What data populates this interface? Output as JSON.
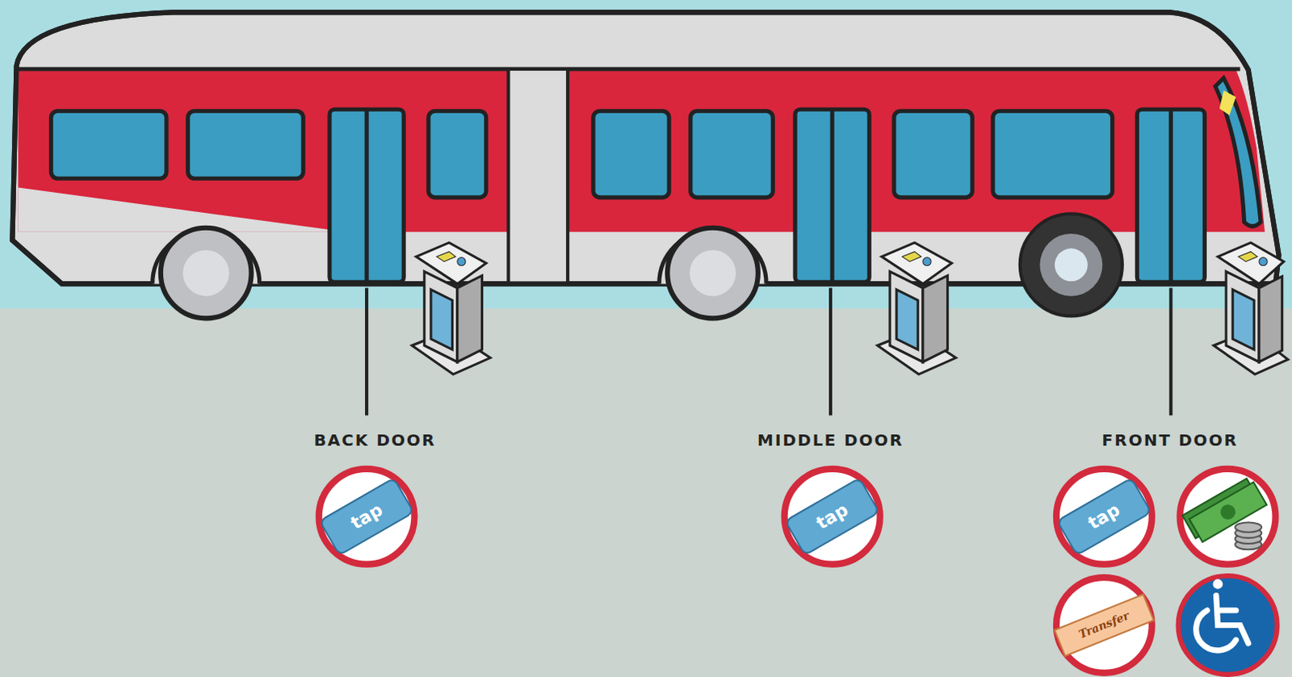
{
  "diagram": {
    "labels": [
      "BACK DOOR",
      "MIDDLE DOOR",
      "FRONT DOOR",
      "tap",
      "tap",
      "tap",
      "Transfer"
    ]
  }
}
